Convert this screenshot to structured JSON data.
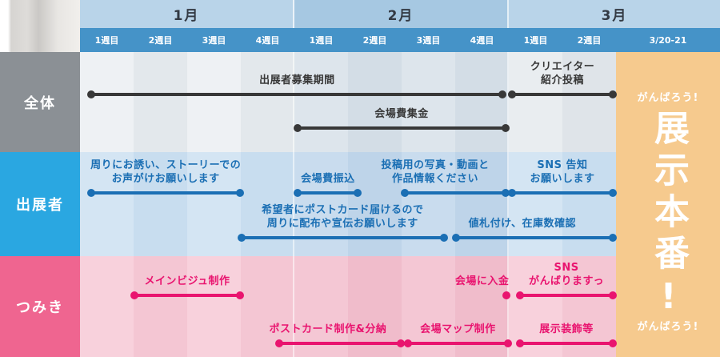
{
  "months": [
    "1月",
    "2月",
    "3月"
  ],
  "weeks": [
    "1週目",
    "2週目",
    "3週目",
    "4週目",
    "1週目",
    "2週目",
    "3週目",
    "4週目",
    "1週目",
    "2週目"
  ],
  "final_week": "3/20-21",
  "row_labels": [
    "全体",
    "出展者",
    "つみき"
  ],
  "colors": {
    "overall_accent": "#383838",
    "exhibitor_accent": "#1b6fb4",
    "tsumiki_accent": "#e9146f",
    "highlight_bg": "#f6ca8e",
    "overall_label_bg": "#8b9095",
    "exhibitor_label_bg": "#2aa7e1",
    "tsumiki_label_bg": "#ef6590"
  },
  "tasks": [
    {
      "row": 0,
      "lane": 0,
      "type": "bar",
      "start": 0.2,
      "end": 7.9,
      "label": "出展者募集期間"
    },
    {
      "row": 0,
      "lane": 1,
      "type": "bar",
      "start": 4.05,
      "end": 7.95,
      "label": "会場費集金"
    },
    {
      "row": 0,
      "lane": 0,
      "type": "bar",
      "start": 8.05,
      "end": 9.95,
      "label": "クリエイター\n紹介投稿"
    },
    {
      "row": 1,
      "lane": 0,
      "type": "bar",
      "start": 0.2,
      "end": 3.0,
      "label": "周りにお誘い、ストーリーでの\nお声がけお願いします"
    },
    {
      "row": 1,
      "lane": 0,
      "type": "bar",
      "start": 4.05,
      "end": 5.2,
      "label": "会場費振込"
    },
    {
      "row": 1,
      "lane": 0,
      "type": "bar",
      "start": 6.05,
      "end": 7.95,
      "label": "投稿用の写真・動画と\n作品情報ください",
      "label_dx": -25
    },
    {
      "row": 1,
      "lane": 0,
      "type": "bar",
      "start": 8.05,
      "end": 9.95,
      "label": "SNS 告知\nお願いします"
    },
    {
      "row": 1,
      "lane": 1,
      "type": "bar",
      "start": 3.0,
      "end": 6.8,
      "label": "希望者にポストカード届けるので\n周りに配布や宣伝お願いします"
    },
    {
      "row": 1,
      "lane": 1,
      "type": "bar",
      "start": 7.0,
      "end": 9.95,
      "label": "値札付け、在庫数確認",
      "label_dx": -15
    },
    {
      "row": 2,
      "lane": 0,
      "type": "bar",
      "start": 1.0,
      "end": 3.0,
      "label": "メインビジュ制作"
    },
    {
      "row": 2,
      "lane": 0,
      "type": "dot",
      "start": 7.95,
      "end": 7.95,
      "label": "会場に入金",
      "label_dx": -30
    },
    {
      "row": 2,
      "lane": 0,
      "type": "bar",
      "start": 8.2,
      "end": 9.95,
      "label": "SNS\nがんばりますっ"
    },
    {
      "row": 2,
      "lane": 1,
      "type": "bar",
      "start": 3.7,
      "end": 6.0,
      "label": "ポストカード制作&分納",
      "label_dx": -15
    },
    {
      "row": 2,
      "lane": 1,
      "type": "bar",
      "start": 6.1,
      "end": 8.0,
      "label": "会場マップ制作"
    },
    {
      "row": 2,
      "lane": 1,
      "type": "bar",
      "start": 8.2,
      "end": 9.95,
      "label": "展示装飾等"
    }
  ],
  "final_column": {
    "top": "がんばろう!",
    "main": "展示本番!",
    "bottom": "がんばろう!"
  }
}
